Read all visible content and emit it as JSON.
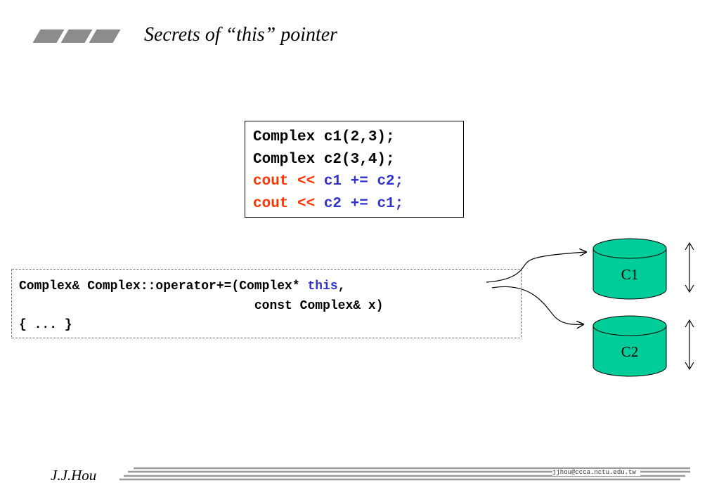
{
  "header": {
    "title": "Secrets of  “this”  pointer"
  },
  "code_box": {
    "lines": [
      [
        {
          "text": "Complex c1(2,3);",
          "color": "#000000"
        }
      ],
      [
        {
          "text": "Complex c2(3,4);",
          "color": "#000000"
        }
      ],
      [
        {
          "text": "cout << ",
          "color": "#ff3300"
        },
        {
          "text": "c1 += c2;",
          "color": "#3333cc"
        }
      ],
      [
        {
          "text": "cout << ",
          "color": "#ff3300"
        },
        {
          "text": "c2 += c1;",
          "color": "#3333cc"
        }
      ]
    ]
  },
  "function_box": {
    "line1_pre": "Complex& Complex::operator+=(Complex* ",
    "line1_this": "this",
    "line1_post": ",",
    "line2": "                               const Complex& x)",
    "line3": "{ ... }"
  },
  "objects": [
    {
      "label": "C1"
    },
    {
      "label": "C2"
    }
  ],
  "colors": {
    "cylinder_fill": "#00cc99",
    "logo_gray": "#8c8c8c",
    "red": "#ff3300",
    "blue": "#3333cc"
  },
  "footer": {
    "author": "J.J.Hou",
    "email": "jjhou@ccca.nctu.edu.tw"
  }
}
